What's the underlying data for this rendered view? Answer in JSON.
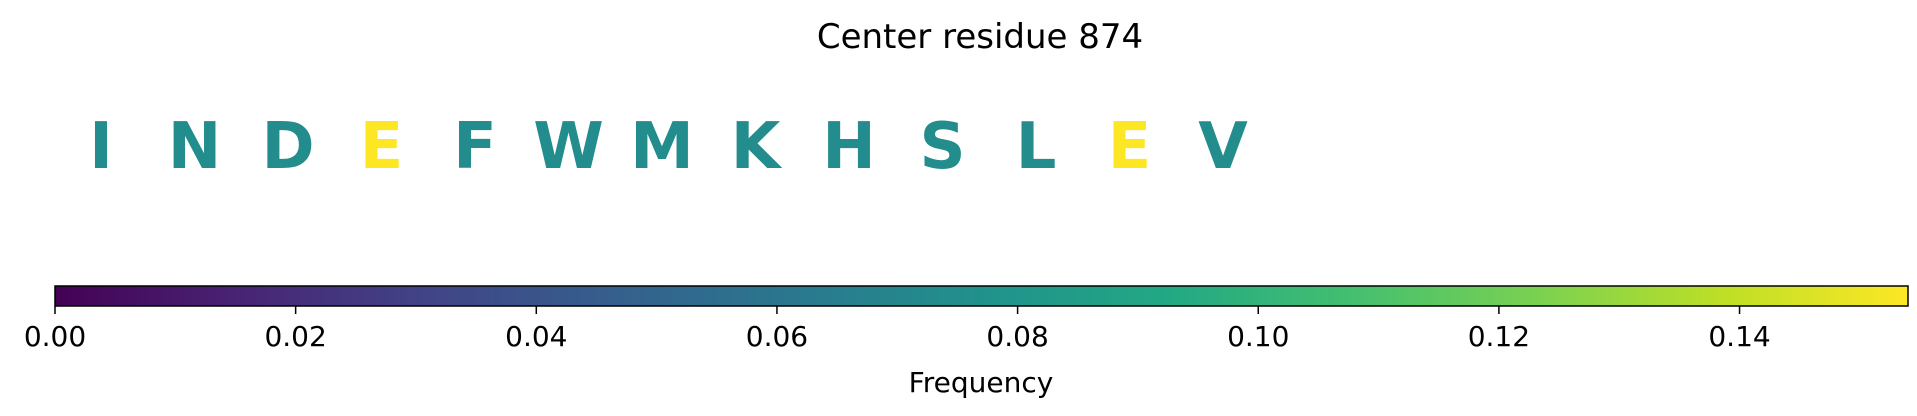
{
  "chart_data": {
    "type": "heatmap",
    "title": "Center residue 874",
    "residues": [
      {
        "letter": "I",
        "frequency": 0.074
      },
      {
        "letter": "N",
        "frequency": 0.074
      },
      {
        "letter": "D",
        "frequency": 0.074
      },
      {
        "letter": "E",
        "frequency": 0.154
      },
      {
        "letter": "F",
        "frequency": 0.074
      },
      {
        "letter": "W",
        "frequency": 0.074
      },
      {
        "letter": "M",
        "frequency": 0.074
      },
      {
        "letter": "K",
        "frequency": 0.074
      },
      {
        "letter": "H",
        "frequency": 0.074
      },
      {
        "letter": "S",
        "frequency": 0.074
      },
      {
        "letter": "L",
        "frequency": 0.074
      },
      {
        "letter": "E",
        "frequency": 0.154
      },
      {
        "letter": "V",
        "frequency": 0.074
      }
    ],
    "colorbar": {
      "label": "Frequency",
      "range": [
        0,
        0.154
      ],
      "ticks": [
        0.0,
        0.02,
        0.04,
        0.06,
        0.08,
        0.1,
        0.12,
        0.14
      ],
      "tick_labels": [
        "0.00",
        "0.02",
        "0.04",
        "0.06",
        "0.08",
        "0.10",
        "0.12",
        "0.14"
      ],
      "colormap": "viridis"
    }
  }
}
